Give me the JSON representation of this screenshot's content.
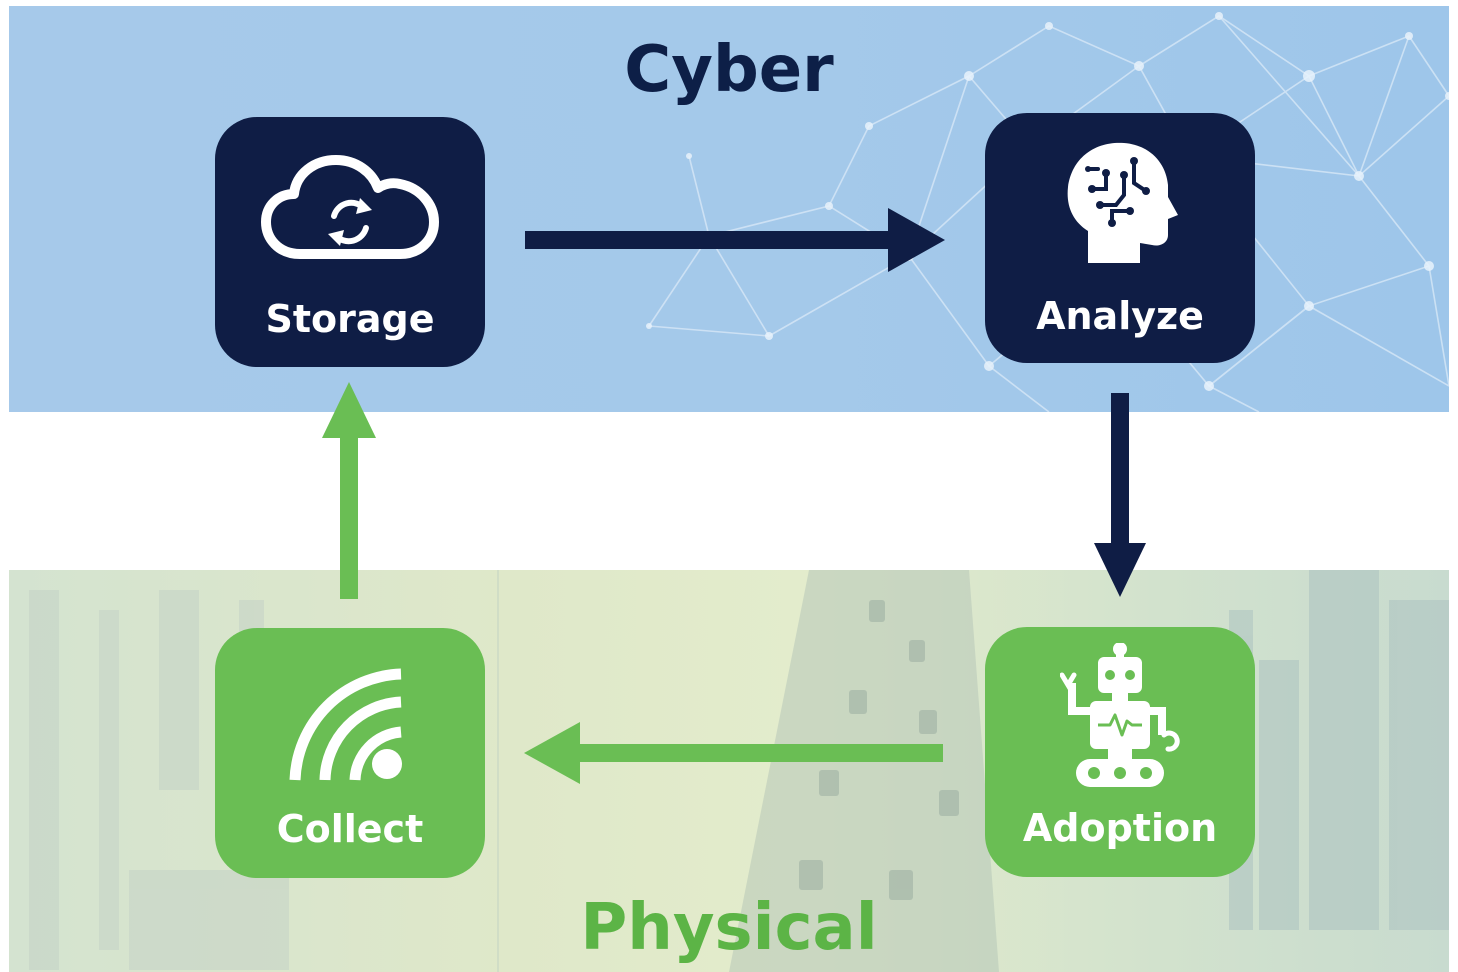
{
  "regions": {
    "cyber": "Cyber",
    "physical": "Physical"
  },
  "nodes": {
    "storage": {
      "label": "Storage",
      "icon": "cloud-sync-icon"
    },
    "analyze": {
      "label": "Analyze",
      "icon": "ai-head-icon"
    },
    "adoption": {
      "label": "Adoption",
      "icon": "robot-icon"
    },
    "collect": {
      "label": "Collect",
      "icon": "wireless-signal-icon"
    }
  },
  "edges": [
    {
      "from": "Storage",
      "to": "Analyze"
    },
    {
      "from": "Analyze",
      "to": "Adoption"
    },
    {
      "from": "Adoption",
      "to": "Collect"
    },
    {
      "from": "Collect",
      "to": "Storage"
    }
  ],
  "colors": {
    "cyber_dark": "#0f1d45",
    "physical_green": "#6abe54",
    "physical_text": "#5cb446",
    "cyber_band": "#a6c9ea"
  }
}
